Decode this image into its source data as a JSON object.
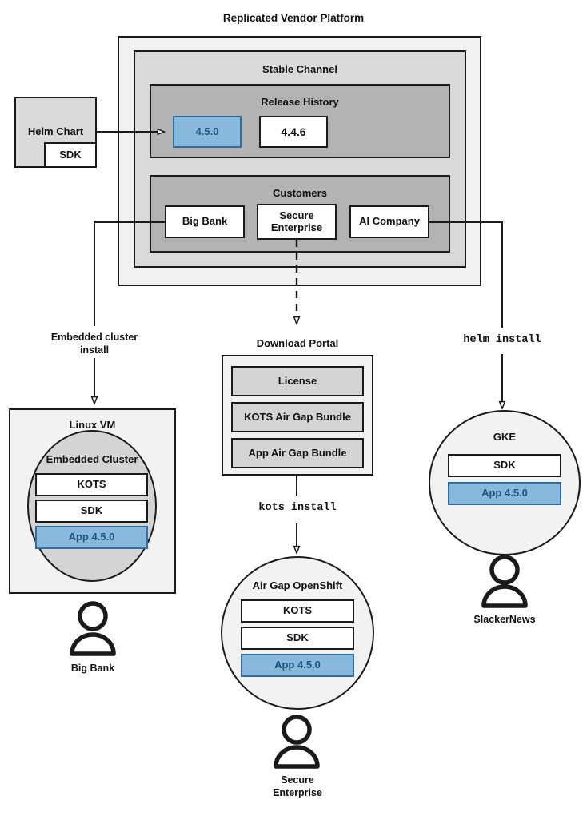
{
  "diagram": {
    "title": "Replicated Vendor Platform",
    "type": "architecture-flow-diagram"
  },
  "helm_chart": {
    "label": "Helm Chart",
    "sdk_label": "SDK"
  },
  "platform": {
    "title": "Replicated Vendor Platform",
    "channel": {
      "title": "Stable Channel",
      "release_history": {
        "title": "Release History",
        "releases": [
          {
            "version": "4.5.0",
            "highlighted": true
          },
          {
            "version": "4.4.6",
            "highlighted": false
          }
        ]
      },
      "customers": {
        "title": "Customers",
        "items": [
          {
            "name": "Big Bank"
          },
          {
            "name": "Secure Enterprise"
          },
          {
            "name": "AI Company"
          }
        ]
      }
    }
  },
  "connectors": {
    "embedded_cluster_install": "Embedded cluster install",
    "embedded_cluster_install_line1": "Embedded cluster",
    "embedded_cluster_install_line2": "install",
    "kots_install": "kots install",
    "helm_install": "helm install"
  },
  "download_portal": {
    "title": "Download Portal",
    "items": [
      {
        "label": "License"
      },
      {
        "label": "KOTS Air Gap Bundle"
      },
      {
        "label": "App Air Gap Bundle"
      }
    ]
  },
  "targets": {
    "linux_vm": {
      "title": "Linux VM",
      "cluster_title": "Embedded Cluster",
      "components": [
        {
          "label": "KOTS",
          "highlighted": false
        },
        {
          "label": "SDK",
          "highlighted": false
        },
        {
          "label": "App 4.5.0",
          "highlighted": true
        }
      ],
      "customer": "Big Bank"
    },
    "airgap_openshift": {
      "title": "Air Gap OpenShift",
      "components": [
        {
          "label": "KOTS",
          "highlighted": false
        },
        {
          "label": "SDK",
          "highlighted": false
        },
        {
          "label": "App 4.5.0",
          "highlighted": true
        }
      ],
      "customer_line1": "Secure",
      "customer_line2": "Enterprise"
    },
    "gke": {
      "title": "GKE",
      "components": [
        {
          "label": "SDK",
          "highlighted": false
        },
        {
          "label": "App 4.5.0",
          "highlighted": true
        }
      ],
      "customer": "SlackerNews"
    }
  },
  "colors": {
    "stroke": "#1a1a1a",
    "level1_fill": "#F2F2F2",
    "level2_fill": "#D9D9D9",
    "level3_fill": "#B3B3B3",
    "highlight_fill": "#89B8DD",
    "highlight_stroke": "#2E6DA4",
    "highlight_text": "#20557F",
    "portal_item_fill": "#D4D4D4"
  }
}
